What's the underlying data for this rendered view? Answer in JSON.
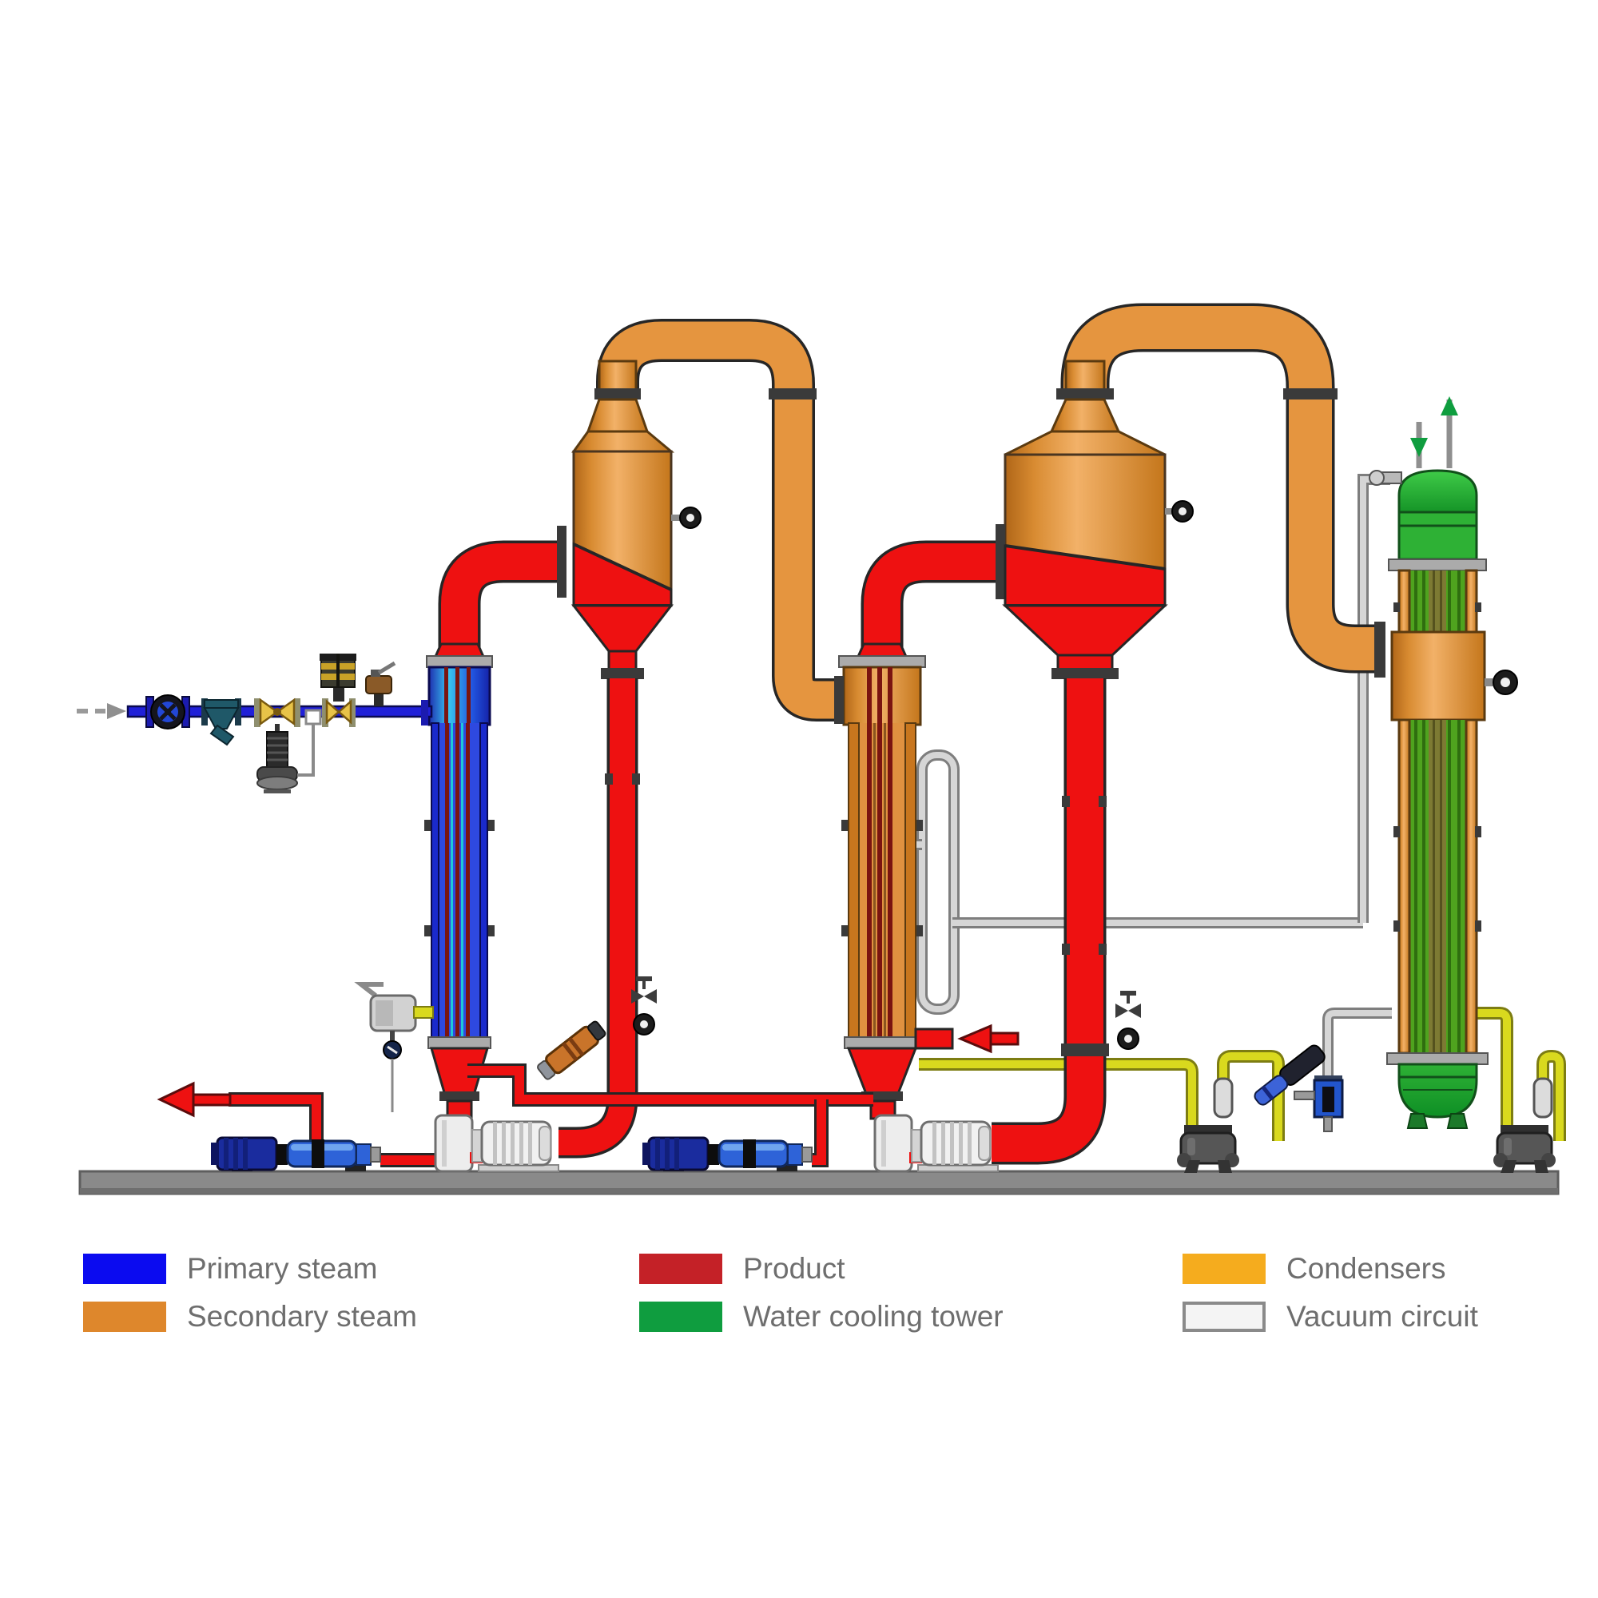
{
  "legend": {
    "items": [
      {
        "label": "Primary steam",
        "color_key": "primary_steam"
      },
      {
        "label": "Secondary steam",
        "color_key": "secondary_steam"
      },
      {
        "label": "Product",
        "color_key": "product"
      },
      {
        "label": "Water cooling tower",
        "color_key": "water_cooling_tower"
      },
      {
        "label": "Condensers",
        "color_key": "condensers"
      },
      {
        "label": "Vacuum circuit",
        "color_key": "vacuum_circuit"
      }
    ]
  },
  "colors": {
    "primary_steam": "#0B0BF0",
    "secondary_steam": "#DE872C",
    "product": "#C42127",
    "water_cooling_tower": "#0F9D3F",
    "condensers": "#F5AC1E",
    "vacuum_circuit": "#F4F4F4",
    "primary_steam_pipe": "#2020D8",
    "secondary_steam_pipe": "#E5953F",
    "product_pipe": "#EE1111",
    "condensate_pipe": "#D9D91E",
    "vacuum_pipe": "#D6D6D6",
    "condenser_green": "#2EB135",
    "tube_green": "#4FA31E",
    "tube_red": "#7A1410",
    "floor": "#8A8A8A",
    "label": "#6E6E6E",
    "outline": "#262626"
  }
}
